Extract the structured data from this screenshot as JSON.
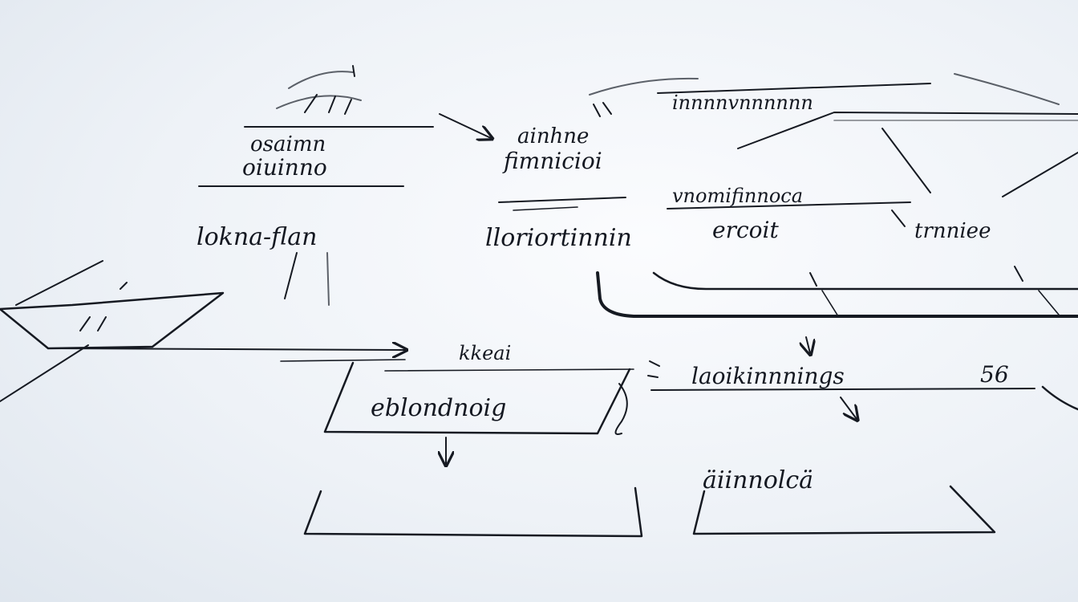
{
  "diagram": {
    "labels": {
      "top_left_line1": "osaimn",
      "top_left_line2": "oiuinno",
      "top_mid_line1": "ainhne",
      "top_mid_line2": "fimnicioi",
      "top_right_header": "innnnvnnnnnn",
      "right_mid": "vnomifinnoca",
      "left_mid": "lokna-flan",
      "center_long": "lloriortinnin",
      "center_long_tail": "ercoit",
      "right_far": "trnniee",
      "lower_header": "kkeai",
      "box_left": "eblondnoig",
      "right_lower": "laoikinnnings",
      "right_lower_num": "56",
      "bottom_right": "äiinnolcä"
    }
  }
}
